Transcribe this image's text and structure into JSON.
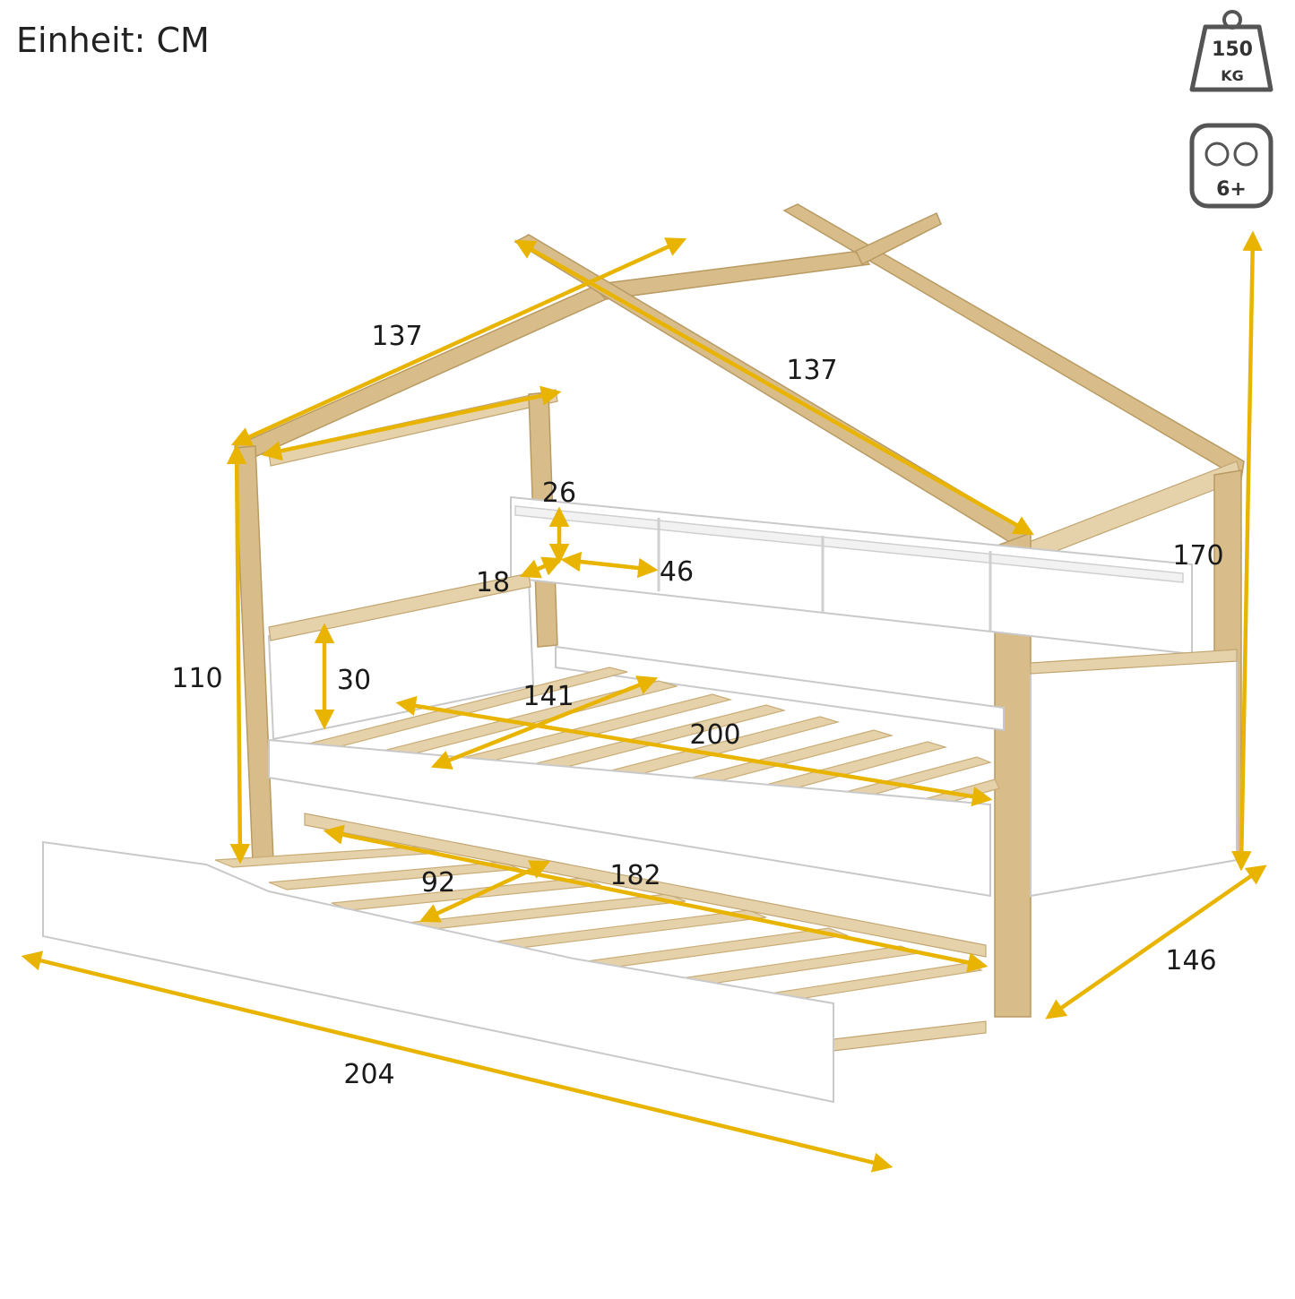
{
  "unit_label": "Einheit: CM",
  "weight_icon": {
    "icon": "weight-icon",
    "value": "150",
    "unit": "KG"
  },
  "age_icon": {
    "icon": "children-age-icon",
    "label": "6+"
  },
  "dimensions": {
    "roof_left": "137",
    "roof_right": "137",
    "shelf_height": "26",
    "shelf_depth": "18",
    "shelf_width": "46",
    "total_height": "170",
    "post_height": "110",
    "side_panel_height": "30",
    "mattress_width": "141",
    "mattress_length": "200",
    "trundle_width": "92",
    "trundle_length": "182",
    "total_width": "146",
    "total_length": "204"
  },
  "colors": {
    "accent": "#e8b400",
    "wood": "#d8bd8a",
    "panel": "#ffffff"
  }
}
